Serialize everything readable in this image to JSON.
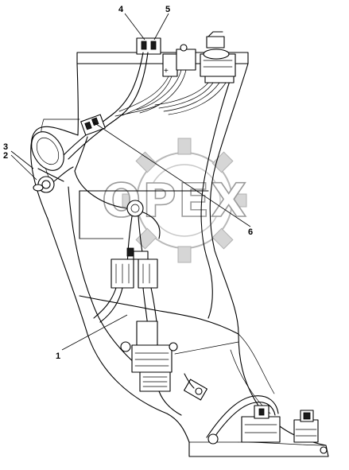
{
  "watermark": {
    "text": "OPEX"
  },
  "callouts": [
    {
      "id": "c1",
      "label": "1"
    },
    {
      "id": "c2",
      "label": "2"
    },
    {
      "id": "c3",
      "label": "3"
    },
    {
      "id": "c4",
      "label": "4"
    },
    {
      "id": "c5",
      "label": "5"
    },
    {
      "id": "c6",
      "label": "6"
    }
  ]
}
